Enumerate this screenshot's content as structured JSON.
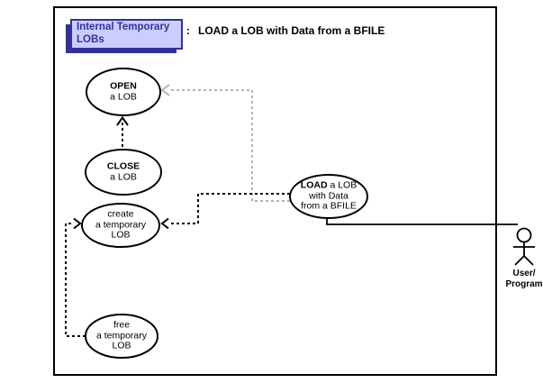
{
  "header": {
    "tab_label": "Internal Temporary LOBs",
    "separator": ":",
    "title": "LOAD a LOB with Data from a BFILE"
  },
  "use_cases": {
    "open": {
      "name": "OPEN",
      "detail": "a LOB"
    },
    "close": {
      "name": "CLOSE",
      "detail": "a LOB"
    },
    "create": {
      "label": "create\na temporary\nLOB"
    },
    "free": {
      "label": "free\na temporary\nLOB"
    },
    "load": {
      "name": "LOAD",
      "name_rest": " a LOB",
      "detail": "with Data\nfrom a BFILE"
    }
  },
  "actor": {
    "label": "User/\nProgram"
  },
  "colors": {
    "tab_fill": "#ccccff",
    "tab_border": "#31319c",
    "tab_text": "#333399",
    "dependency_black": "#000000",
    "dependency_gray": "#b3b3b3",
    "background": "#ffffff"
  }
}
